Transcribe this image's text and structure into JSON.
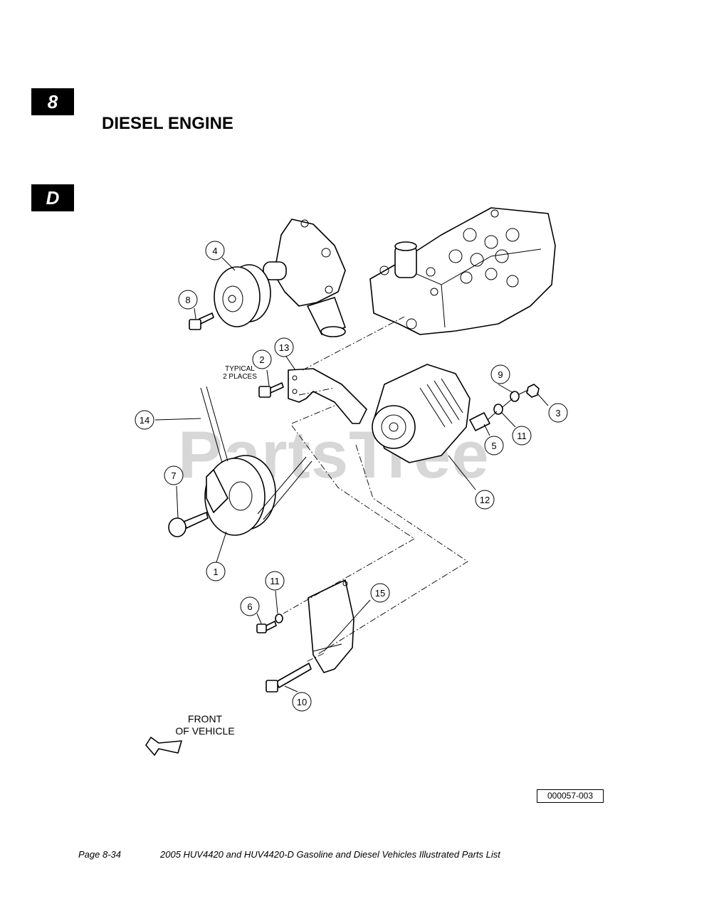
{
  "header": {
    "chapter_tab": "8",
    "section_tab": "D",
    "title": "DIESEL ENGINE"
  },
  "diagram": {
    "typical_note_line1": "TYPICAL",
    "typical_note_line2": "2 PLACES",
    "front_label_line1": "FRONT",
    "front_label_line2": "OF VEHICLE",
    "callouts": [
      "4",
      "8",
      "2",
      "13",
      "14",
      "7",
      "1",
      "9",
      "3",
      "11",
      "5",
      "12",
      "11",
      "6",
      "15",
      "10"
    ],
    "reference_number": "000057-003",
    "watermark": "PartsTree"
  },
  "footer": {
    "page": "Page 8-34",
    "document": "2005 HUV4420 and HUV4420-D Gasoline and Diesel Vehicles Illustrated Parts List"
  }
}
